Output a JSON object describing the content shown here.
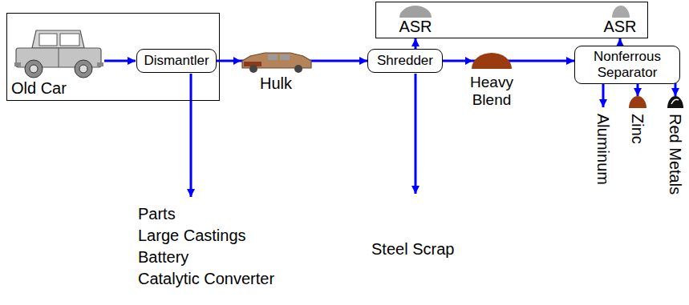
{
  "diagram": {
    "nodes": [
      {
        "text": [
          "Old Car"
        ]
      },
      {
        "text": [
          "Dismantler"
        ],
        "in": 0
      },
      {
        "text": [
          "Shredder"
        ]
      },
      {
        "text": [
          "ASR",
          "ASR"
        ]
      },
      {
        "text": [
          "Nonferrous Separator"
        ]
      }
    ],
    "edges": [
      {
        "from": 1,
        "to": 2,
        "arrow": "to"
      },
      {
        "from": 2,
        "to": 3,
        "arrow": "to"
      },
      {
        "from": 2,
        "to": 4,
        "arrow": "to"
      },
      {
        "from": 4,
        "to": 3,
        "arrow": "to"
      }
    ],
    "labels": [
      "Hulk",
      "Parts",
      "Large Castings",
      "Battery",
      "Catalytic Converter",
      "Heavy Blend",
      "Steel Scrap",
      "Aluminum",
      "Zinc",
      "Red Metals"
    ]
  }
}
